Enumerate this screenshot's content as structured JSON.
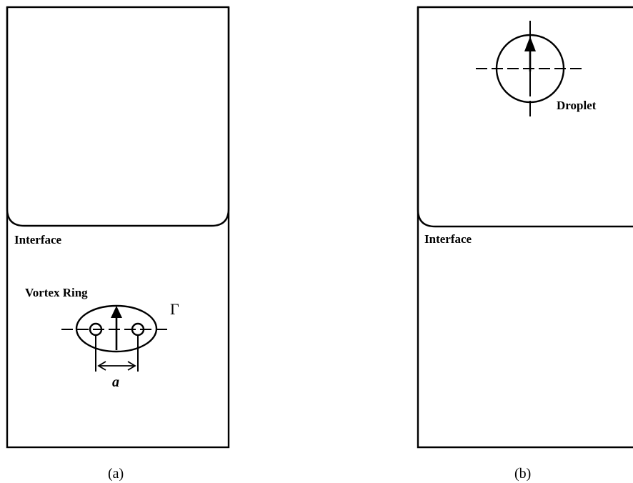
{
  "panel_a": {
    "interface_label": "Interface",
    "vortex_label": "Vortex Ring",
    "circulation_symbol": "Γ",
    "spacing_symbol": "a",
    "caption": "(a)"
  },
  "panel_b": {
    "interface_label": "Interface",
    "droplet_label": "Droplet",
    "caption": "(b)"
  }
}
